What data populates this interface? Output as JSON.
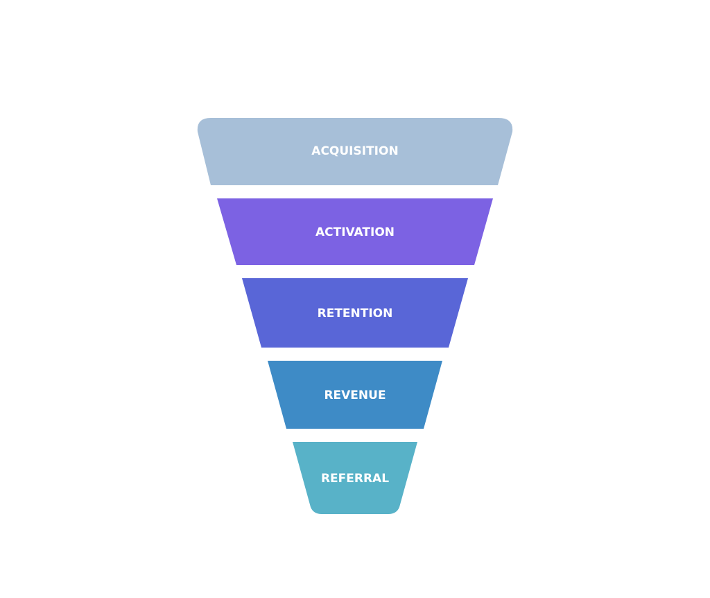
{
  "funnel": {
    "stages": [
      {
        "label": "ACQUISITION",
        "color": "#a7bfd8"
      },
      {
        "label": "ACTIVATION",
        "color": "#7c62e3"
      },
      {
        "label": "RETENTION",
        "color": "#5966d7"
      },
      {
        "label": "REVENUE",
        "color": "#3e8bc6"
      },
      {
        "label": "REFERRAL",
        "color": "#58b2c8"
      }
    ]
  }
}
